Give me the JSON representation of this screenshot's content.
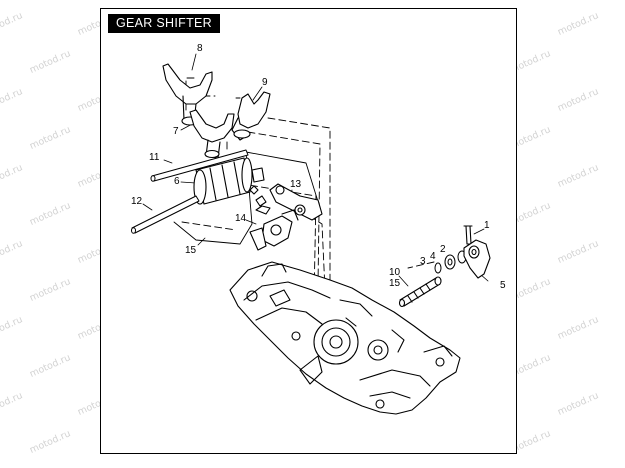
{
  "title": "GEAR SHIFTER",
  "watermark": "motod.ru",
  "callouts": [
    {
      "id": "8",
      "label": "8"
    },
    {
      "id": "9",
      "label": "9"
    },
    {
      "id": "7",
      "label": "7"
    },
    {
      "id": "11",
      "label": "11"
    },
    {
      "id": "6",
      "label": "6"
    },
    {
      "id": "13",
      "label": "13"
    },
    {
      "id": "12",
      "label": "12"
    },
    {
      "id": "14",
      "label": "14"
    },
    {
      "id": "15a",
      "label": "15"
    },
    {
      "id": "1",
      "label": "1"
    },
    {
      "id": "2",
      "label": "2"
    },
    {
      "id": "4",
      "label": "4"
    },
    {
      "id": "3",
      "label": "3"
    },
    {
      "id": "10",
      "label": "10"
    },
    {
      "id": "15b",
      "label": "15"
    },
    {
      "id": "5",
      "label": "5"
    }
  ]
}
